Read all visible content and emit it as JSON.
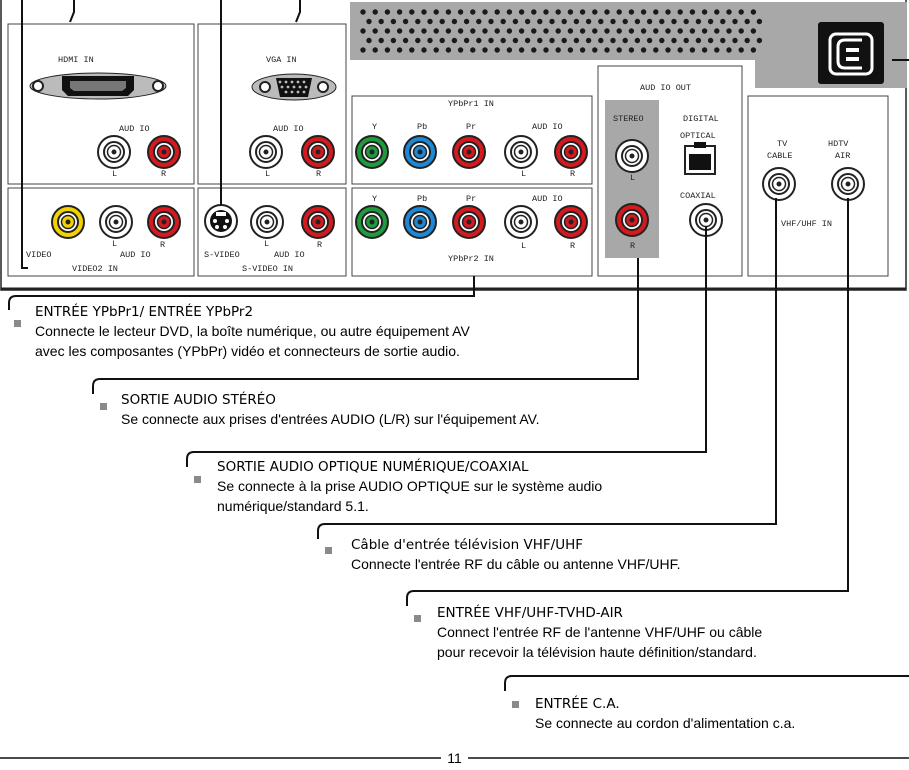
{
  "panel": {
    "hdmi_in": "HDMI IN",
    "vga_in": "VGA  IN",
    "audio": "AUD IO",
    "left": "L",
    "right": "R",
    "video": "VIDEO",
    "video2_in": "VIDEO2 IN",
    "s_video": "S-VIDEO",
    "s_video_in": "S-VIDEO IN",
    "ypbpr1_in": "YPbPr1 IN",
    "ypbpr2_in": "YPbPr2 IN",
    "y": "Y",
    "pb": "Pb",
    "pr": "Pr",
    "audio_out": "AUD IO OUT",
    "stereo": "STEREO",
    "digital": "DIGITAL",
    "optical": "OPTICAL",
    "coaxial": "COAXIAL",
    "tv": "TV",
    "cable": "CABLE",
    "hdtv": "HDTV",
    "air": "AIR",
    "vhf_uhf_in": "VHF/UHF IN"
  },
  "callouts": [
    {
      "title": "ENTRÉE YPbPr1/ ENTRÉE YPbPr2",
      "lines": [
        "Connecte le lecteur DVD, la boîte numérique, ou autre équipement AV",
        "avec les composantes (YPbPr) vidéo et connecteurs de sortie audio."
      ]
    },
    {
      "title": "SORTIE AUDIO STÉRÉO",
      "lines": [
        "Se connecte aux prises d'entrées AUDIO (L/R) sur l'équipement AV."
      ]
    },
    {
      "title": "SORTIE AUDIO OPTIQUE NUMÉRIQUE/COAXIAL",
      "lines": [
        "Se connecte à la prise AUDIO OPTIQUE sur le système audio",
        "numérique/standard 5.1."
      ]
    },
    {
      "title": "Câble d'entrée télévision VHF/UHF",
      "lines": [
        "Connecte l'entrée RF du câble ou antenne VHF/UHF."
      ]
    },
    {
      "title": "ENTRÉE VHF/UHF-TVHD-AIR",
      "lines": [
        "Connect l'entrée RF de l'antenne VHF/UHF ou câble",
        "pour recevoir la télévision haute définition/standard."
      ]
    },
    {
      "title": "ENTRÉE C.A.",
      "lines": [
        "Se connecte au cordon d'alimentation c.a."
      ]
    }
  ],
  "page_number": "11",
  "colors": {
    "y": "#1f9a3c",
    "pb": "#1d88d6",
    "pr": "#d41a1f",
    "white": "#ffffff",
    "yellow": "#f2d200",
    "red": "#d41a1f",
    "panel_gray": "#a8a8a8"
  }
}
